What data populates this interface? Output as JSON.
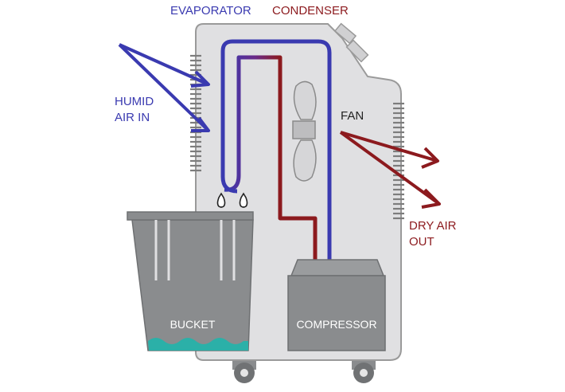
{
  "labels": {
    "evaporator": "EVAPORATOR",
    "condenser": "CONDENSER",
    "humid_air_in": [
      "HUMID",
      "AIR IN"
    ],
    "fan": "FAN",
    "dry_air_out": [
      "DRY AIR",
      "OUT"
    ],
    "bucket": "BUCKET",
    "compressor": "COMPRESSOR"
  },
  "colors": {
    "evaporator": "#3a3ab0",
    "condenser": "#8c1a1e",
    "humid_air_arrow": "#3a3ab0",
    "dry_air_arrow": "#8c1a1e",
    "body": "#e0e0e2",
    "body_outline": "#9a9a9a",
    "bucket": "#8a8c8e",
    "compressor": "#8a8c8e",
    "water": "#2bb0a8",
    "fan": "#d6d6d8",
    "wheel": "#707274"
  },
  "icons": [
    "fan-icon",
    "water-drop-icon",
    "wheel-icon",
    "vent-grille-icon"
  ]
}
